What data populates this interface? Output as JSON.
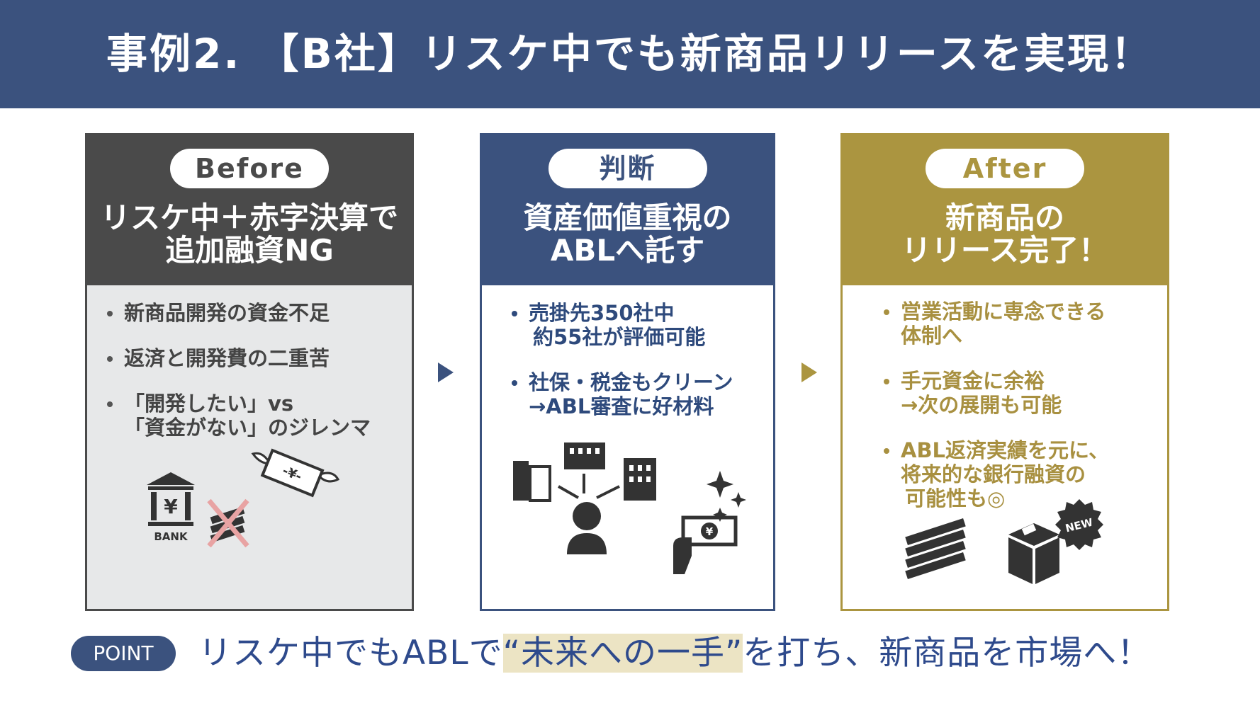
{
  "header": {
    "title": "事例2. 【B社】リスケ中でも新商品リリースを実現！"
  },
  "colors": {
    "header_bg": "#3b527e",
    "before": "#4a4a4a",
    "judgment": "#3b527e",
    "after": "#ab9540",
    "point_text": "#2e4a8c",
    "highlight": "#ece4c4"
  },
  "cards": [
    {
      "pill": "Before",
      "headline": [
        "リスケ中＋赤字決算で",
        "追加融資NG"
      ],
      "bullets": [
        [
          "新商品開発の資金不足"
        ],
        [
          "返済と開発費の二重苦"
        ],
        [
          "「開発したい」vs",
          "「資金がない」のジレンマ"
        ]
      ],
      "illustration": {
        "bank_label": "BANK",
        "bill_label": "-¥-",
        "icons": [
          "bank-icon",
          "flying-money-icon",
          "money-crossed-icon"
        ]
      }
    },
    {
      "pill": "判断",
      "headline": [
        "資産価値重視の",
        "ABLへ託す"
      ],
      "bullets": [
        [
          "売掛先350社中",
          "約55社が評価可能"
        ],
        [
          "社保・税金もクリーン",
          "→ABL審査に好材料"
        ]
      ],
      "illustration": {
        "icons": [
          "buildings-icon",
          "person-icon",
          "hand-money-icon",
          "sparkle-icon"
        ]
      }
    },
    {
      "pill": "After",
      "headline": [
        "新商品の",
        "リリース完了！"
      ],
      "bullets": [
        [
          "営業活動に専念できる",
          "体制へ"
        ],
        [
          "手元資金に余裕",
          "→次の展開も可能"
        ],
        [
          "ABL返済実績を元に、",
          "将来的な銀行融資の",
          "可能性も◎"
        ]
      ],
      "illustration": {
        "new_label": "NEW",
        "icons": [
          "money-stack-icon",
          "box-icon",
          "new-badge-icon"
        ]
      }
    }
  ],
  "point": {
    "badge": "POINT",
    "text_before": "リスケ中でもABLで",
    "text_highlight": "“未来への一手”",
    "text_after": "を打ち、新商品を市場へ！"
  }
}
